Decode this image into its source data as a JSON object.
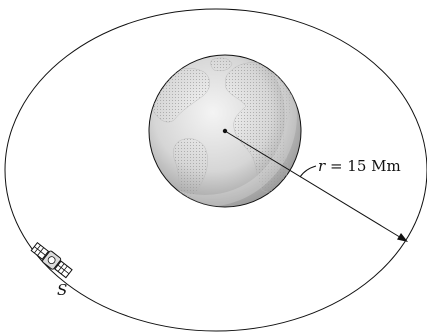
{
  "figure": {
    "radius_label": {
      "variable": "r",
      "equals": " = ",
      "value": "15 Mm"
    },
    "satellite_label": "S"
  },
  "colors": {
    "ink": "#111111",
    "earth_land": "#cfcfcf",
    "earth_ocean": "#e8e8e8",
    "earth_shade": "#8a8a8a"
  },
  "icons": {
    "earth": "earth-globe-icon",
    "satellite": "satellite-icon"
  }
}
